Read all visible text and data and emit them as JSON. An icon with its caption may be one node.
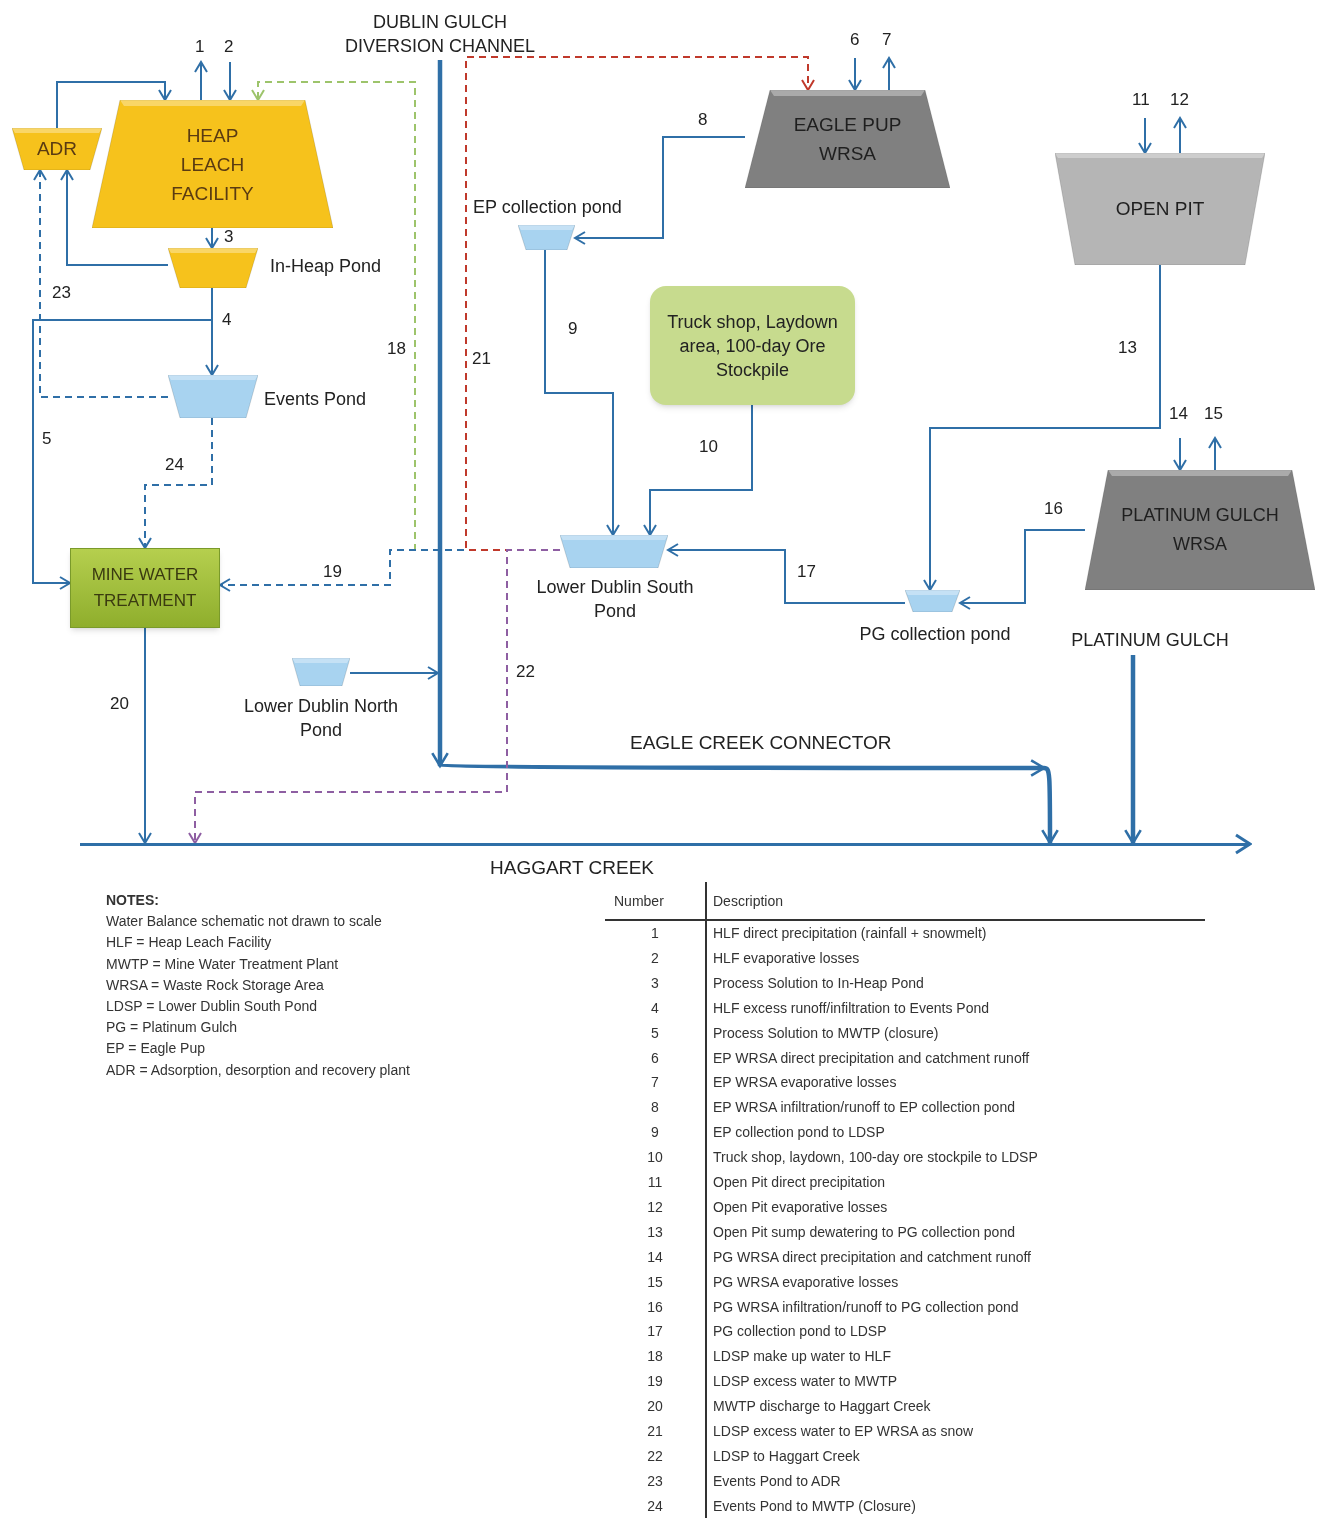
{
  "diagram": {
    "nodes": [
      {
        "text": [
          "ADR"
        ]
      },
      {
        "text": [
          "HEAP LEACH FACILITY"
        ]
      },
      {
        "text": [
          "In-Heap Pond"
        ]
      },
      {
        "text": [
          "Events Pond"
        ]
      },
      {
        "text": [
          "MINE WATER TREATMENT"
        ]
      },
      {
        "text": [
          "Lower Dublin North Pond"
        ]
      },
      {
        "text": [
          "DUBLIN GULCH DIVERSION CHANNEL"
        ]
      },
      {
        "text": [
          "EP collection pond"
        ]
      },
      {
        "text": [
          "EAGLE PUP WRSA"
        ]
      },
      {
        "text": [
          "Truck shop, Laydown area, 100-day Ore Stockpile"
        ]
      },
      {
        "text": [
          "Lower Dublin South Pond"
        ]
      },
      {
        "text": [
          "OPEN PIT"
        ]
      },
      {
        "text": [
          "PG collection pond"
        ]
      },
      {
        "text": [
          "PLATINUM GULCH WRSA"
        ]
      },
      {
        "text": [
          "PLATINUM GULCH"
        ]
      },
      {
        "text": [
          "HAGGART CREEK"
        ]
      }
    ],
    "edges": [
      {
        "from": 1,
        "to": null,
        "arrow": "to",
        "label": "1"
      },
      {
        "from": null,
        "to": 1,
        "arrow": "to",
        "label": "2"
      },
      {
        "from": 0,
        "to": 1,
        "arrow": "to"
      },
      {
        "from": 1,
        "to": 2,
        "arrow": "to",
        "label": "3"
      },
      {
        "from": 2,
        "to": 0,
        "arrow": "to"
      },
      {
        "from": 2,
        "to": 3,
        "arrow": "to",
        "label": "4"
      },
      {
        "from": 2,
        "to": 4,
        "arrow": "to",
        "label": "5"
      },
      {
        "from": 3,
        "to": 0,
        "arrow": "to",
        "label": "23",
        "style": "dashed"
      },
      {
        "from": 3,
        "to": 4,
        "arrow": "to",
        "label": "24",
        "style": "dashed"
      },
      {
        "from": 4,
        "to": 15,
        "arrow": "to",
        "label": "20"
      },
      {
        "from": 5,
        "to": null,
        "arrow": "to"
      },
      {
        "from": 6,
        "to": 15,
        "arrow": "to",
        "label": "EAGLE CREEK CONNECTOR",
        "style": "thick"
      },
      {
        "from": 10,
        "to": 1,
        "arrow": "to",
        "label": "18",
        "style": "dashed",
        "color": "#9dc46b"
      },
      {
        "from": 10,
        "to": 4,
        "arrow": "to",
        "label": "19",
        "style": "dashed"
      },
      {
        "from": 10,
        "to": 8,
        "arrow": "to",
        "label": "21",
        "style": "dashed",
        "color": "#c0392b"
      },
      {
        "from": 10,
        "to": 15,
        "arrow": "to",
        "label": "22",
        "style": "dashed",
        "color": "#8e5ea2"
      },
      {
        "from": 8,
        "to": 7,
        "arrow": "to",
        "label": "8"
      },
      {
        "from": null,
        "to": 8,
        "arrow": "to",
        "label": "6"
      },
      {
        "from": 8,
        "to": null,
        "arrow": "to",
        "label": "7"
      },
      {
        "from": 7,
        "to": 10,
        "arrow": "to",
        "label": "9"
      },
      {
        "from": 9,
        "to": 10,
        "arrow": "to",
        "label": "10"
      },
      {
        "from": 12,
        "to": 10,
        "arrow": "to",
        "label": "17"
      },
      {
        "from": 13,
        "to": 12,
        "arrow": "to",
        "label": "16"
      },
      {
        "from": 11,
        "to": 12,
        "arrow": "to",
        "label": "13"
      },
      {
        "from": null,
        "to": 11,
        "arrow": "to",
        "label": "11"
      },
      {
        "from": 11,
        "to": null,
        "arrow": "to",
        "label": "12"
      },
      {
        "from": null,
        "to": 13,
        "arrow": "to",
        "label": "14"
      },
      {
        "from": 13,
        "to": null,
        "arrow": "to",
        "label": "15"
      },
      {
        "from": 14,
        "to": 15,
        "arrow": "to",
        "style": "thick"
      }
    ],
    "labels": [
      "NOTES:",
      "Water Balance schematic not drawn to scale",
      "HLF = Heap Leach Facility",
      "MWTP = Mine Water Treatment Plant",
      "WRSA = Waste Rock Storage Area",
      "LDSP = Lower Dublin South Pond",
      "PG = Platinum Gulch",
      "EP = Eagle Pup",
      "ADR = Adsorption, desorption and recovery plant",
      "Number",
      "Description",
      "1",
      "HLF direct precipitation (rainfall + snowmelt)",
      "2",
      "HLF evaporative losses",
      "3",
      "Process Solution to In-Heap Pond",
      "4",
      "HLF excess runoff/infiltration to Events Pond",
      "5",
      "Process Solution to MWTP (closure)",
      "6",
      "EP WRSA direct precipitation and catchment runoff",
      "7",
      "EP WRSA evaporative losses",
      "8",
      "EP WRSA infiltration/runoff to EP collection pond",
      "9",
      "EP collection pond to LDSP",
      "10",
      "Truck shop, laydown, 100-day ore stockpile to LDSP",
      "11",
      "Open Pit direct precipitation",
      "12",
      "Open Pit evaporative losses",
      "13",
      "Open Pit sump dewatering to PG collection pond",
      "14",
      "PG WRSA direct precipitation and catchment runoff",
      "15",
      "PG WRSA evaporative losses",
      "16",
      "PG WRSA infiltration/runoff to PG collection pond",
      "17",
      "PG collection pond to LDSP",
      "18",
      "LDSP make up water to HLF",
      "19",
      "LDSP excess water to MWTP",
      "20",
      "MWTP discharge to Haggart Creek",
      "21",
      "LDSP excess water to EP WRSA as snow",
      "22",
      "LDSP to Haggart Creek",
      "23",
      "Events Pond to ADR",
      "24",
      "Events Pond to MWTP (Closure)"
    ]
  }
}
